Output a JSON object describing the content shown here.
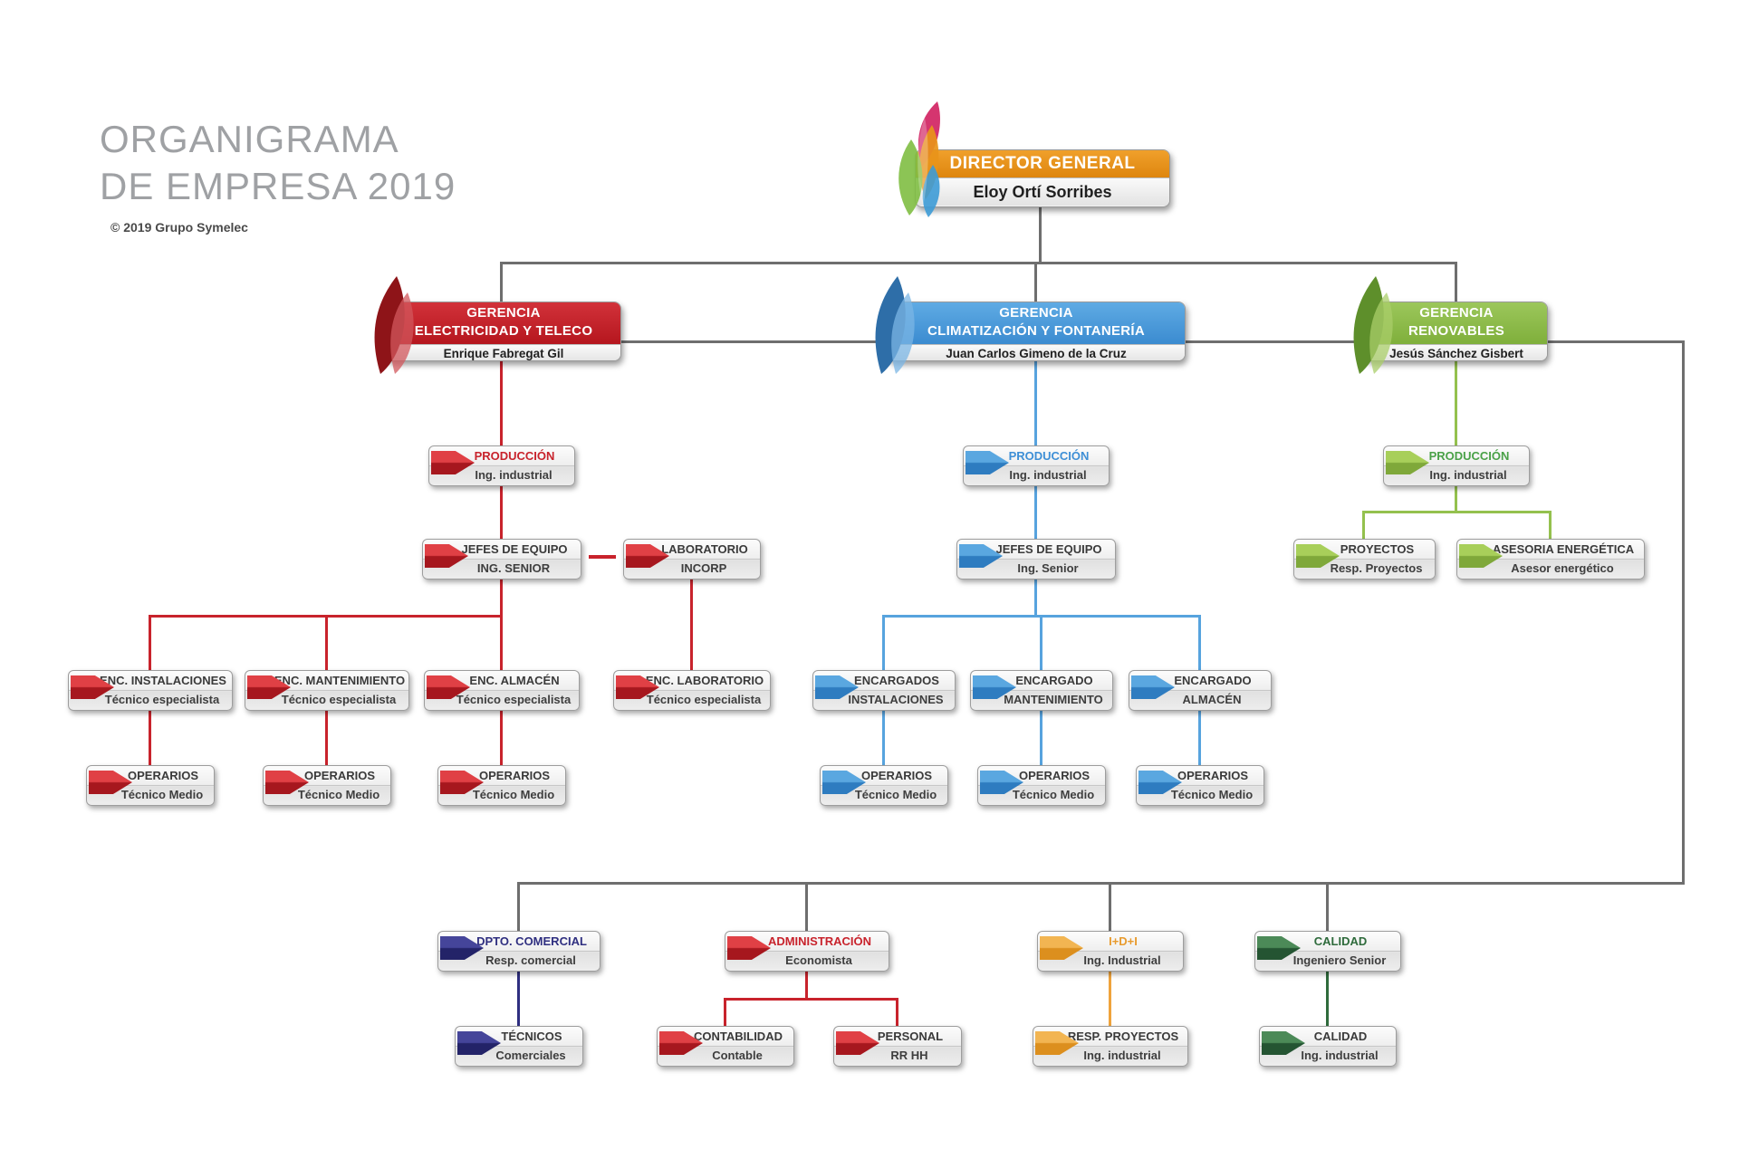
{
  "page": {
    "title": "ORGANIGRAMA\nDE EMPRESA 2019",
    "copyright": "© 2019 Grupo Symelec"
  },
  "colors": {
    "red": "#C8232C",
    "blue": "#4C9EDC",
    "green": "#8FBE4A",
    "orange_header": "#E8941A",
    "navy": "#2F2F80",
    "orange": "#EFA33C",
    "dark_green": "#2F6B3C",
    "line_gray": "#6e6e6e"
  },
  "nodes": {
    "director": {
      "title": "DIRECTOR GENERAL",
      "name": "Eloy Ortí Sorribes"
    },
    "gerencia_electricidad": {
      "title1": "GERENCIA",
      "title2": "ELECTRICIDAD Y TELECO",
      "name": "Enrique Fabregat Gil"
    },
    "gerencia_climatizacion": {
      "title1": "GERENCIA",
      "title2": "CLIMATIZACIÓN Y FONTANERÍA",
      "name": "Juan Carlos Gimeno de la Cruz"
    },
    "gerencia_renovables": {
      "title1": "GERENCIA",
      "title2": "RENOVABLES",
      "name": "Jesús Sánchez Gisbert"
    },
    "red_produccion": {
      "title": "PRODUCCIÓN",
      "subtitle": "Ing. industrial"
    },
    "red_jefes": {
      "title": "JEFES DE EQUIPO",
      "subtitle": "ING. SENIOR"
    },
    "red_laboratorio": {
      "title": "LABORATORIO",
      "subtitle": "INCORP"
    },
    "red_enc_instalaciones": {
      "title": "ENC. INSTALACIONES",
      "subtitle": "Técnico especialista"
    },
    "red_enc_mantenimiento": {
      "title": "ENC. MANTENIMIENTO",
      "subtitle": "Técnico especialista"
    },
    "red_enc_almacen": {
      "title": "ENC. ALMACÉN",
      "subtitle": "Técnico especialista"
    },
    "red_enc_laboratorio": {
      "title": "ENC. LABORATORIO",
      "subtitle": "Técnico especialista"
    },
    "red_operarios_1": {
      "title": "OPERARIOS",
      "subtitle": "Técnico Medio"
    },
    "red_operarios_2": {
      "title": "OPERARIOS",
      "subtitle": "Técnico Medio"
    },
    "red_operarios_3": {
      "title": "OPERARIOS",
      "subtitle": "Técnico Medio"
    },
    "blue_produccion": {
      "title": "PRODUCCIÓN",
      "subtitle": "Ing. industrial"
    },
    "blue_jefes": {
      "title": "JEFES DE EQUIPO",
      "subtitle": "Ing. Senior"
    },
    "blue_encargados_instalaciones": {
      "title": "ENCARGADOS",
      "subtitle": "INSTALACIONES"
    },
    "blue_encargado_mantenimiento": {
      "title": "ENCARGADO",
      "subtitle": "MANTENIMIENTO"
    },
    "blue_encargado_almacen": {
      "title": "ENCARGADO",
      "subtitle": "ALMACÉN"
    },
    "blue_operarios_1": {
      "title": "OPERARIOS",
      "subtitle": "Técnico Medio"
    },
    "blue_operarios_2": {
      "title": "OPERARIOS",
      "subtitle": "Técnico Medio"
    },
    "blue_operarios_3": {
      "title": "OPERARIOS",
      "subtitle": "Técnico Medio"
    },
    "green_produccion": {
      "title": "PRODUCCIÓN",
      "subtitle": "Ing. industrial"
    },
    "green_proyectos": {
      "title": "PROYECTOS",
      "subtitle": "Resp. Proyectos"
    },
    "green_asesoria": {
      "title": "ASESORIA ENERGÉTICA",
      "subtitle": "Asesor energético"
    },
    "dpto_comercial": {
      "title": "DPTO. COMERCIAL",
      "subtitle": "Resp. comercial"
    },
    "administracion": {
      "title": "ADMINISTRACIÓN",
      "subtitle": "Economista"
    },
    "idi": {
      "title": "I+D+I",
      "subtitle": "Ing. Industrial"
    },
    "calidad": {
      "title": "CALIDAD",
      "subtitle": "Ingeniero Senior"
    },
    "tecnicos": {
      "title": "TÉCNICOS",
      "subtitle": "Comerciales"
    },
    "contabilidad": {
      "title": "CONTABILIDAD",
      "subtitle": "Contable"
    },
    "personal": {
      "title": "PERSONAL",
      "subtitle": "RR HH"
    },
    "resp_proyectos": {
      "title": "RESP. PROYECTOS",
      "subtitle": "Ing. industrial"
    },
    "calidad_inferior": {
      "title": "CALIDAD",
      "subtitle": "Ing. industrial"
    }
  }
}
